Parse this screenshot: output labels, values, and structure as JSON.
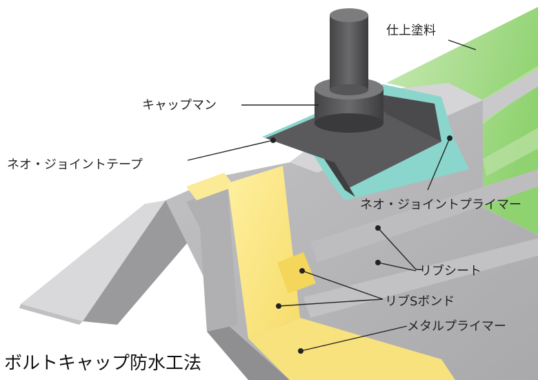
{
  "diagram": {
    "title": "ボルトキャップ防水工法",
    "labels": {
      "finish_coat": "仕上塗料",
      "capman": "キャップマン",
      "joint_tape": "ネオ・ジョイントテープ",
      "joint_primer": "ネオ・ジョイントプライマー",
      "rib_sheet": "リブシート",
      "rib_s_bond": "リブSボンド",
      "metal_primer": "メタルプライマー"
    },
    "colors": {
      "finish_coat": "#a8d890",
      "joint_primer": "#7fcfc6",
      "rib_s_bond": "#f7e27a",
      "rib_sheet": "#b3b3b5",
      "metal": "#8c8c8e",
      "capman": "#555557"
    }
  }
}
